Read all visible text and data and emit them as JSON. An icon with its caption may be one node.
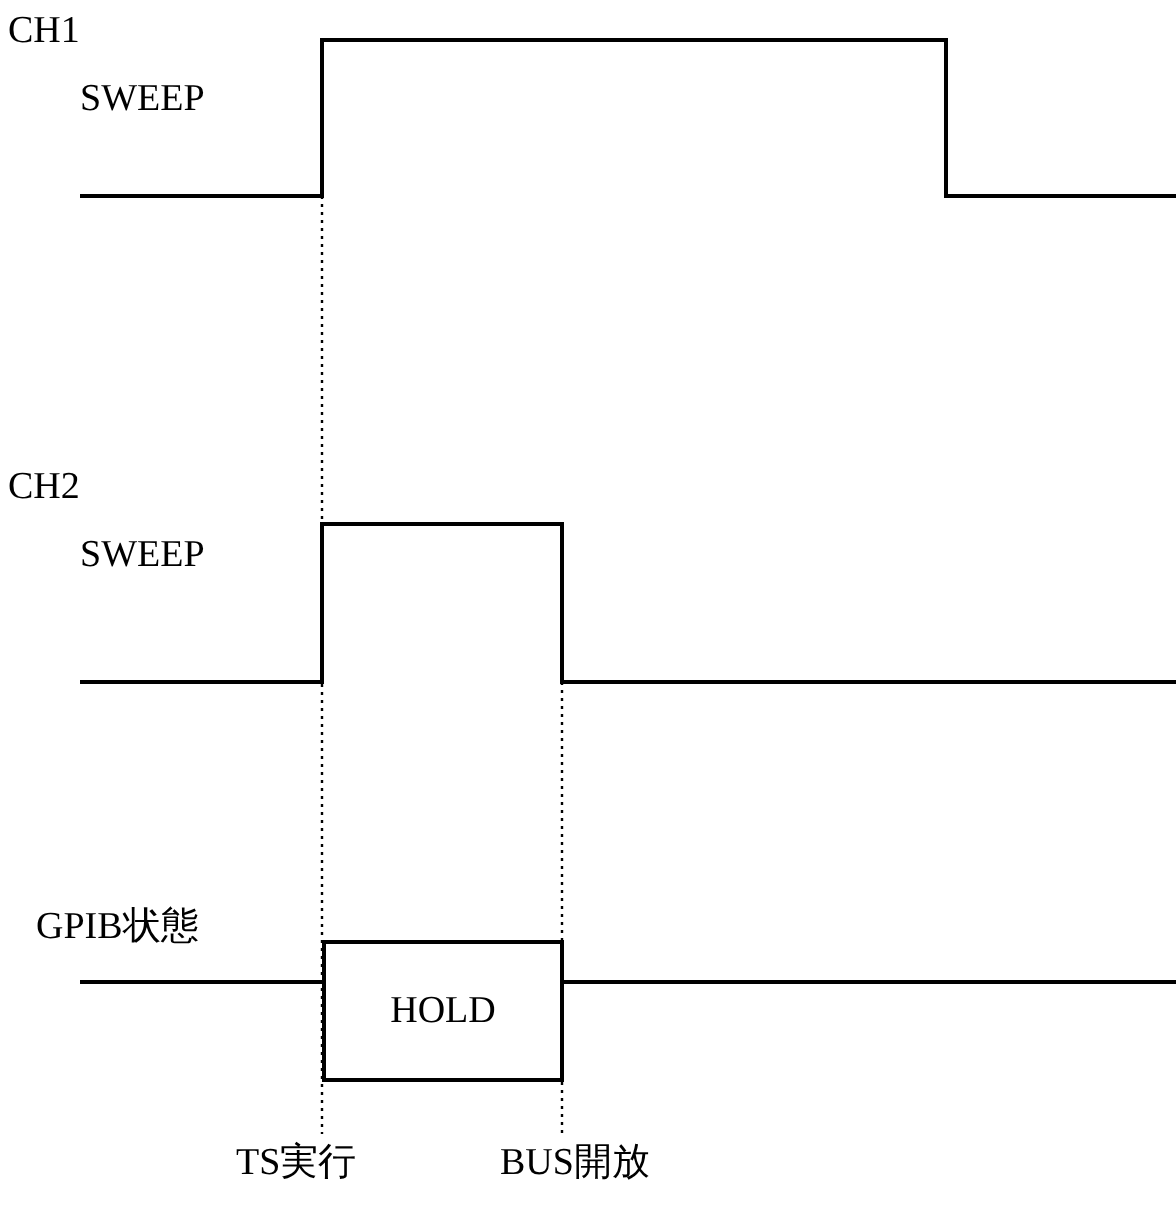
{
  "diagram": {
    "nodes": [
      {
        "text": [
          "HOLD"
        ]
      }
    ],
    "labels": [
      "CH1",
      "SWEEP",
      "CH2",
      "SWEEP",
      "GPIB状態",
      "TS実行",
      "BUS開放"
    ]
  }
}
